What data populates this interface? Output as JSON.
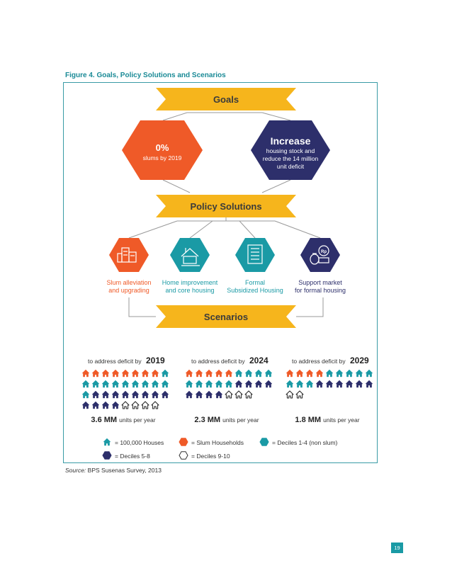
{
  "figure_title": "Figure 4.  Goals, Policy Solutions and Scenarios",
  "banners": {
    "goals": "Goals",
    "policy": "Policy Solutions",
    "scenarios": "Scenarios"
  },
  "goals": [
    {
      "headline": "0%",
      "lines": [
        "slums by 2019"
      ]
    },
    {
      "headline": "Increase",
      "lines": [
        "housing stock and",
        "reduce the 14 million",
        "unit deficit"
      ]
    }
  ],
  "policies": [
    {
      "icon": "buildings-icon",
      "lines": [
        "Slum alleviation",
        "and upgrading"
      ]
    },
    {
      "icon": "house-improvement-icon",
      "lines": [
        "Home improvement",
        "and core housing"
      ]
    },
    {
      "icon": "apartment-building-icon",
      "lines": [
        "Formal",
        "Subsidized Housing"
      ]
    },
    {
      "icon": "money-bag-icon",
      "lines": [
        "Support market",
        "for formal housing"
      ]
    }
  ],
  "scenarios": [
    {
      "prefix": "to address deficit by",
      "year": "2019",
      "amount": "3.6 MM",
      "unit": "units per year",
      "rows": [
        [
          "S",
          "S",
          "S",
          "S",
          "S",
          "S",
          "S",
          "S",
          "T"
        ],
        [
          "T",
          "T",
          "T",
          "T",
          "T",
          "T",
          "T",
          "T",
          "T"
        ],
        [
          "T",
          "N",
          "N",
          "N",
          "N",
          "N",
          "N",
          "N",
          "N"
        ],
        [
          "N",
          "N",
          "N",
          "N",
          "O",
          "O",
          "O",
          "O"
        ]
      ]
    },
    {
      "prefix": "to address deficit by",
      "year": "2024",
      "amount": "2.3 MM",
      "unit": "units per year",
      "rows": [
        [
          "S",
          "S",
          "S",
          "S",
          "S",
          "T",
          "T",
          "T",
          "T"
        ],
        [
          "T",
          "T",
          "T",
          "T",
          "T",
          "N",
          "N",
          "N",
          "N"
        ],
        [
          "N",
          "N",
          "N",
          "N",
          "O",
          "O",
          "O"
        ]
      ]
    },
    {
      "prefix": "to address deficit by",
      "year": "2029",
      "amount": "1.8 MM",
      "unit": "units per year",
      "rows": [
        [
          "S",
          "S",
          "S",
          "S",
          "T",
          "T",
          "T",
          "T",
          "T"
        ],
        [
          "T",
          "T",
          "T",
          "N",
          "N",
          "N",
          "N",
          "N",
          "N"
        ],
        [
          "O",
          "O"
        ]
      ]
    }
  ],
  "legend": [
    {
      "kind": "house",
      "label": "= 100,000 Houses"
    },
    {
      "kind": "S",
      "label": "= Slum Households"
    },
    {
      "kind": "T",
      "label": "= Deciles 1-4 (non slum)"
    },
    {
      "kind": "N",
      "label": "= Deciles 5-8"
    },
    {
      "kind": "O",
      "label": "= Deciles 9-10"
    }
  ],
  "source_label": "Source:",
  "source_text": " BPS Susenas Survey, 2013",
  "page_number": "19",
  "colors": {
    "teal": "#1a9aa5",
    "orange": "#ef5a28",
    "navy": "#2d2f6b",
    "gold": "#f6b51c",
    "banner_text": "#3b3b3b",
    "label_orange": "#ef5a28",
    "label_teal": "#1a9aa5",
    "label_navy": "#2d2f6b",
    "connector": "#999999"
  }
}
